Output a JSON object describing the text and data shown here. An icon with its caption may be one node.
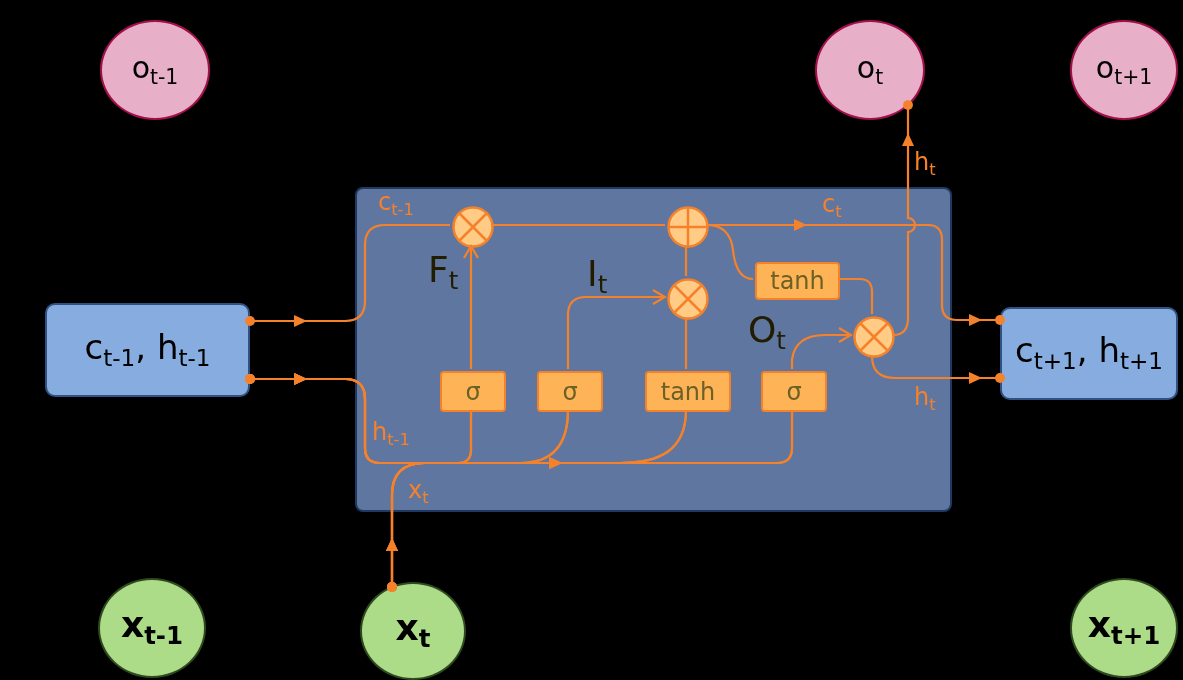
{
  "diagram": {
    "nodes": [
      {
        "text": [
          "o$_{t-1}$"
        ]
      },
      {
        "text": [
          "o$_{t}$"
        ]
      },
      {
        "text": [
          "o$_{t+1}$"
        ]
      },
      {
        "text": [
          "c$_{t-1}$, h$_{t-1}$"
        ]
      },
      {
        "text": [],
        "shape": "box"
      },
      {
        "text": [],
        "shape": "circle",
        "in": 4
      },
      {
        "text": [],
        "shape": "circle",
        "in": 4
      },
      {
        "text": [
          "tanh"
        ],
        "in": 4
      },
      {
        "text": [],
        "shape": "circle",
        "in": 4
      },
      {
        "text": [],
        "shape": "circle",
        "in": 4
      },
      {
        "text": [
          "σ"
        ],
        "in": 4
      },
      {
        "text": [
          "σ"
        ],
        "in": 4
      },
      {
        "text": [
          "tanh"
        ],
        "in": 4
      },
      {
        "text": [
          "σ"
        ],
        "in": 4
      },
      {
        "text": [
          "c$_{t+1}$, h$_{t+1}$"
        ]
      },
      {
        "text": [
          "x$_{t-1}$"
        ]
      },
      {
        "text": [
          "x$_{t}$"
        ]
      },
      {
        "text": [
          "x$_{t+1}$"
        ]
      }
    ],
    "edges": [
      {
        "from": 3,
        "to": 5,
        "arrow": "to",
        "label": "c$_{t-1}$"
      },
      {
        "from": 3,
        "to": 10,
        "arrow": "to",
        "label": "h$_{t-1}$"
      },
      {
        "from": 3,
        "to": 11,
        "arrow": "to"
      },
      {
        "from": 3,
        "to": 12,
        "arrow": "to"
      },
      {
        "from": 3,
        "to": 13,
        "arrow": "to"
      },
      {
        "from": 16,
        "to": 10,
        "arrow": "to",
        "label": "x$_{t}$"
      },
      {
        "from": 16,
        "to": 11,
        "arrow": "to"
      },
      {
        "from": 16,
        "to": 12,
        "arrow": "to"
      },
      {
        "from": 16,
        "to": 13,
        "arrow": "to"
      },
      {
        "from": 10,
        "to": 5,
        "arrow": "to",
        "label": "F$_{t}$"
      },
      {
        "from": 11,
        "to": 8,
        "arrow": "to",
        "label": "I$_{t}$"
      },
      {
        "from": 12,
        "to": 8,
        "arrow": "none"
      },
      {
        "from": 8,
        "to": 6,
        "arrow": "none"
      },
      {
        "from": 5,
        "to": 6,
        "arrow": "none"
      },
      {
        "from": 6,
        "to": 14,
        "arrow": "to",
        "label": "c$_{t}$"
      },
      {
        "from": 6,
        "to": 7,
        "arrow": "none"
      },
      {
        "from": 7,
        "to": 9,
        "arrow": "none"
      },
      {
        "from": 13,
        "to": 9,
        "arrow": "to",
        "label": "O$_{t}$"
      },
      {
        "from": 9,
        "to": 1,
        "arrow": "to",
        "label": "h$_{t}$"
      },
      {
        "from": 9,
        "to": 14,
        "arrow": "to",
        "label": "h$_{t}$"
      }
    ]
  }
}
